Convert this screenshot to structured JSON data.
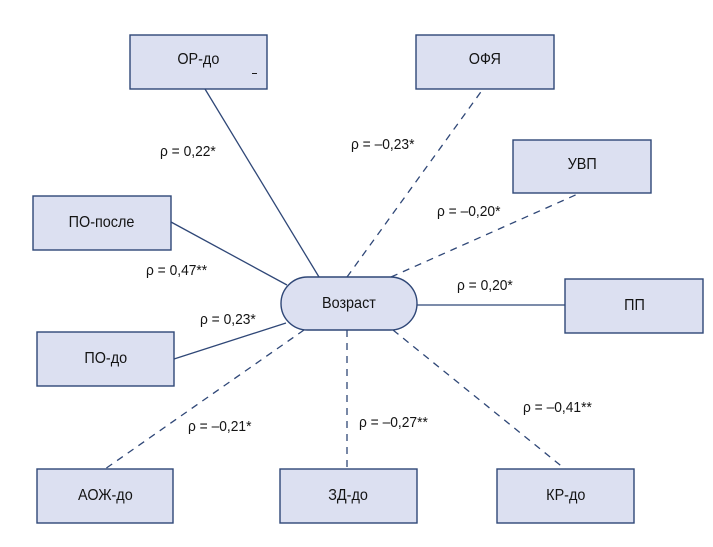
{
  "diagram": {
    "type": "correlation-star",
    "center": {
      "id": "age",
      "label": "Возраст",
      "shape": "rounded-pill"
    },
    "nodes": [
      {
        "id": "or_do",
        "label": "ОР-до"
      },
      {
        "id": "ofya",
        "label": "ОФЯ"
      },
      {
        "id": "uvp",
        "label": "УВП"
      },
      {
        "id": "po_posle",
        "label": "ПО-после"
      },
      {
        "id": "pp",
        "label": "ПП"
      },
      {
        "id": "po_do",
        "label": "ПО-до"
      },
      {
        "id": "aozh_do",
        "label": "АОЖ-до"
      },
      {
        "id": "zd_do",
        "label": "ЗД-до"
      },
      {
        "id": "kr_do",
        "label": "КР-до"
      }
    ],
    "edges": [
      {
        "from": "age",
        "to": "or_do",
        "label": "ρ = 0,22*",
        "rho": 0.22,
        "significance": "*",
        "style": "solid"
      },
      {
        "from": "age",
        "to": "ofya",
        "label": "ρ = –0,23*",
        "rho": -0.23,
        "significance": "*",
        "style": "dashed"
      },
      {
        "from": "age",
        "to": "uvp",
        "label": "ρ = –0,20*",
        "rho": -0.2,
        "significance": "*",
        "style": "dashed"
      },
      {
        "from": "age",
        "to": "po_posle",
        "label": "ρ = 0,47**",
        "rho": 0.47,
        "significance": "**",
        "style": "solid"
      },
      {
        "from": "age",
        "to": "pp",
        "label": "ρ = 0,20*",
        "rho": 0.2,
        "significance": "*",
        "style": "solid"
      },
      {
        "from": "age",
        "to": "po_do",
        "label": "ρ = 0,23*",
        "rho": 0.23,
        "significance": "*",
        "style": "solid"
      },
      {
        "from": "age",
        "to": "aozh_do",
        "label": "ρ = –0,21*",
        "rho": -0.21,
        "significance": "*",
        "style": "dashed"
      },
      {
        "from": "age",
        "to": "zd_do",
        "label": "ρ = –0,27**",
        "rho": -0.27,
        "significance": "**",
        "style": "dashed"
      },
      {
        "from": "age",
        "to": "kr_do",
        "label": "ρ = –0,41**",
        "rho": -0.41,
        "significance": "**",
        "style": "dashed"
      }
    ],
    "legend_semantics": {
      "solid": "positive correlation",
      "dashed": "negative correlation"
    }
  },
  "colors": {
    "node_fill": "#dce0f1",
    "node_border": "#2f4777",
    "edge": "#2f4777",
    "text": "#141414"
  }
}
